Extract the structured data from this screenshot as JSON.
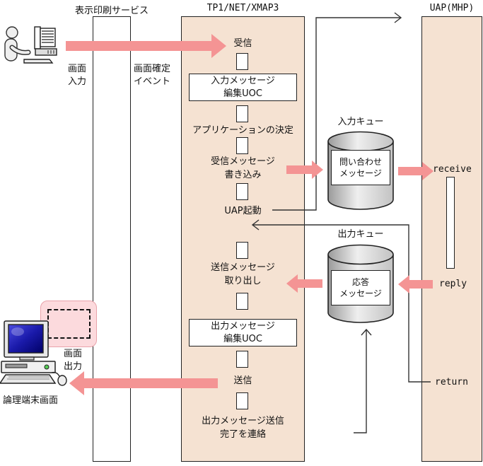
{
  "diagram": {
    "headers": {
      "service": "表示印刷サービス",
      "tp1": "TP1/NET/XMAP3",
      "uap": "UAP(MHP)"
    },
    "left": {
      "screen_input": "画面\n入力",
      "screen_confirm_event": "画面確定\nイベント",
      "screen_output": "画面\n出力",
      "logical_terminal": "論理端末画面"
    },
    "tp1_steps": {
      "receive": "受信",
      "input_uoc": "入力メッセージ\n編集UOC",
      "app_decision": "アプリケーションの決定",
      "write_msg": "受信メッセージ\n書き込み",
      "uap_start": "UAP起動",
      "fetch_msg": "送信メッセージ\n取り出し",
      "output_uoc": "出力メッセージ\n編集UOC",
      "send": "送信",
      "notify_complete": "出力メッセージ送信\n完了を連絡"
    },
    "queues": {
      "input": {
        "title": "入力キュー",
        "message": "問い合わせ\nメッセージ"
      },
      "output": {
        "title": "出力キュー",
        "message": "応答\nメッセージ"
      }
    },
    "uap_calls": {
      "receive": "receive",
      "reply": "reply",
      "return": "return"
    }
  },
  "colors": {
    "column_bg": "#f5e2d2",
    "arrow_pink": "#f49494",
    "popup_pink_bg": "#fcdadd",
    "popup_pink_border": "#e9a3ab",
    "line": "#333333"
  }
}
